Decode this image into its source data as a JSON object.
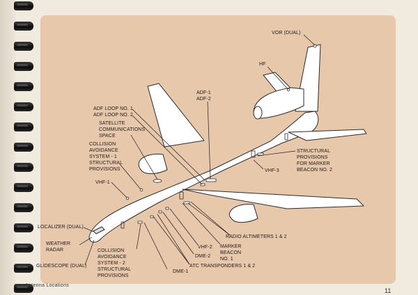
{
  "document": {
    "footer_title": "Antenna Locations",
    "page_number": "11"
  },
  "labels": {
    "vor": "VOR (DUAL)",
    "hf": "HF",
    "adf1": "ADF-1",
    "adf2": "ADF-2",
    "adf_loop1": "ADF LOOP NO. 1",
    "adf_loop2": "ADF LOOP NO. 2",
    "satcom": [
      "SATELLITE",
      "COMMUNICATIONS",
      "SPACE"
    ],
    "collision1": [
      "COLLISION",
      "AVOIDANCE",
      "SYSTEM - 1",
      "STRUCTURAL",
      "PROVISIONS"
    ],
    "vhf1": "VHF-1",
    "marker_prov": [
      "STRUCTURAL",
      "PROVISIONS",
      "FOR MARKER",
      "BEACON NO. 2"
    ],
    "vhf3": "VHF-3",
    "localizer": "LOCALIZER (DUAL)",
    "weather_radar": [
      "WEATHER",
      "RADAR"
    ],
    "glidescope": "GLIDESCOPE (DUAL)",
    "collision2": [
      "COLLISION",
      "AVOIDANCE",
      "SYSTEM - 2",
      "STRUCTURAL",
      "PROVISIONS"
    ],
    "radio_alt": "RADIO ALTIMETERS 1 & 2",
    "marker1": [
      "MARKER",
      "BEACON",
      "NO. 1"
    ],
    "vhf2": "VHF-2",
    "dme2": "DME-2",
    "atc": "ATC TRANSPONDERS 1 & 2",
    "dme1": "DME-1"
  }
}
